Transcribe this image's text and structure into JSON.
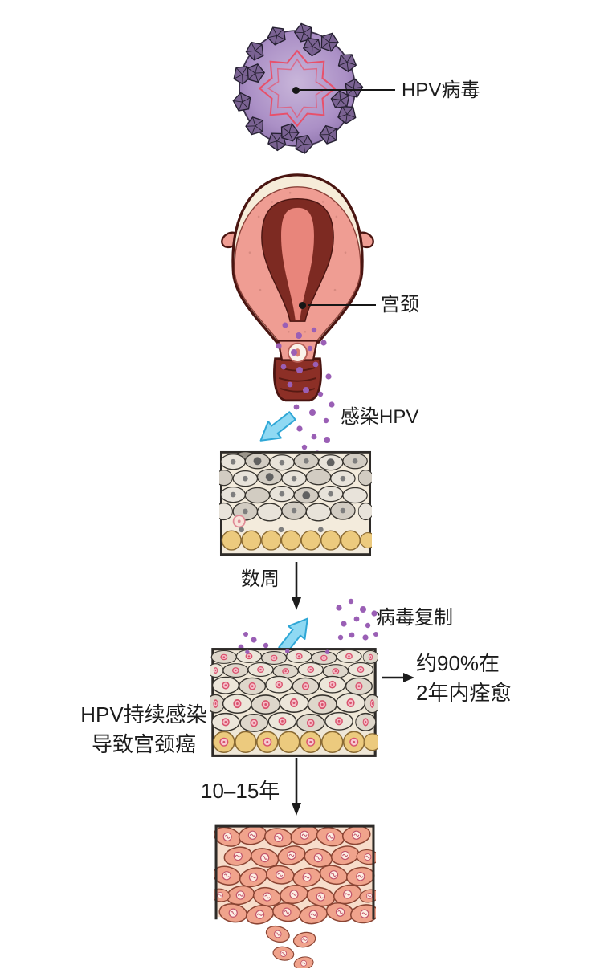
{
  "figure": {
    "title_hidden": "",
    "labels": {
      "virus": "HPV病毒",
      "cervix": "宫颈",
      "infection": "感染HPV",
      "weeks": "数周",
      "replication": "病毒复制",
      "heal_line1": "约90%在",
      "heal_line2": "2年内痊愈",
      "persist_line1": "HPV持续感染",
      "persist_line2": "导致宫颈癌",
      "years": "10–15年"
    },
    "colors": {
      "background": "#ffffff",
      "text": "#1c1c1c",
      "virus_body": "#b09ac9",
      "virus_capsomere": "#7a6292",
      "virus_rna": "#e8506a",
      "uterus_outer_pink": "#ef9d93",
      "uterus_cavity_dark": "#7d2a22",
      "uterus_canal_pink": "#e8857b",
      "uterus_outline": "#4a1511",
      "tissue_background": "#f3ebdc",
      "squamous_cell": "#e8e3da",
      "basal_cell_yellow": "#ecca7e",
      "infected_nucleus_red": "#d9536e",
      "virus_particle_purple": "#9a5fb5",
      "arrow_blue": "#8fd9f3",
      "cancer_cell_salmon": "#f0a38c",
      "cancer_outline": "#8a4433"
    }
  }
}
